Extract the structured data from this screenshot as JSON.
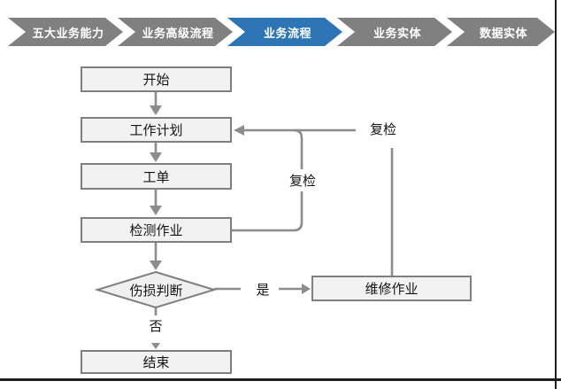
{
  "breadcrumb": {
    "items": [
      {
        "label": "五大业务能力",
        "active": false
      },
      {
        "label": "业务高级流程",
        "active": false
      },
      {
        "label": "业务流程",
        "active": true
      },
      {
        "label": "业务实体",
        "active": false
      },
      {
        "label": "数据实体",
        "active": false
      }
    ],
    "colors": {
      "inactive": "#808080",
      "active": "#2E75B6",
      "text": "#FFFFFF"
    }
  },
  "flowchart": {
    "nodes": {
      "start": "开始",
      "plan": "工作计划",
      "order": "工单",
      "inspect": "检测作业",
      "decision": "伤损判断",
      "repair": "维修作业",
      "end": "结束"
    },
    "labels": {
      "recheck_top": "复检",
      "recheck_loop": "复检",
      "yes": "是",
      "no": "否"
    },
    "colors": {
      "line": "#8C8C8C",
      "node_fill": "#F2F2F2",
      "node_border": "#7F7F7F",
      "diamond_fill": "#F0F0F0"
    }
  }
}
